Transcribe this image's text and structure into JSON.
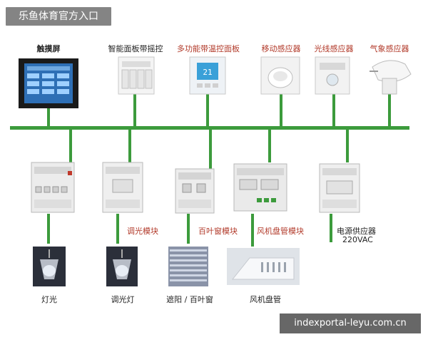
{
  "header": {
    "badge": "乐鱼体育官方入口"
  },
  "watermark": {
    "text": "indexportal-leyu.com.cn"
  },
  "colors": {
    "bus": "#3c9b3c",
    "accent_label": "#b23a2a"
  },
  "top_devices": [
    {
      "label": "触摸屏",
      "icon": "touchscreen-icon"
    },
    {
      "label": "智能面板带摇控",
      "icon": "smart-panel-icon"
    },
    {
      "label": "多功能带温控面板",
      "icon": "thermostat-panel-icon"
    },
    {
      "label": "移动感应器",
      "icon": "motion-sensor-icon"
    },
    {
      "label": "光线感应器",
      "icon": "light-sensor-icon"
    },
    {
      "label": "气象感应器",
      "icon": "weather-sensor-icon"
    }
  ],
  "modules": [
    {
      "label": "",
      "icon": "switch-actuator-icon"
    },
    {
      "label": "调光模块",
      "icon": "dimmer-module-icon"
    },
    {
      "label": "百叶窗模块",
      "icon": "blind-module-icon"
    },
    {
      "label": "风机盘管模块",
      "icon": "fan-coil-module-icon"
    },
    {
      "label": "电源供应器",
      "sub": "220VAC",
      "icon": "power-supply-icon"
    }
  ],
  "loads": [
    {
      "label": "灯光",
      "icon": "lamp-icon"
    },
    {
      "label": "调光灯",
      "icon": "dimmable-lamp-icon"
    },
    {
      "label": "遮阳 / 百叶窗",
      "icon": "blinds-icon"
    },
    {
      "label": "风机盘管",
      "icon": "fan-coil-icon"
    }
  ]
}
